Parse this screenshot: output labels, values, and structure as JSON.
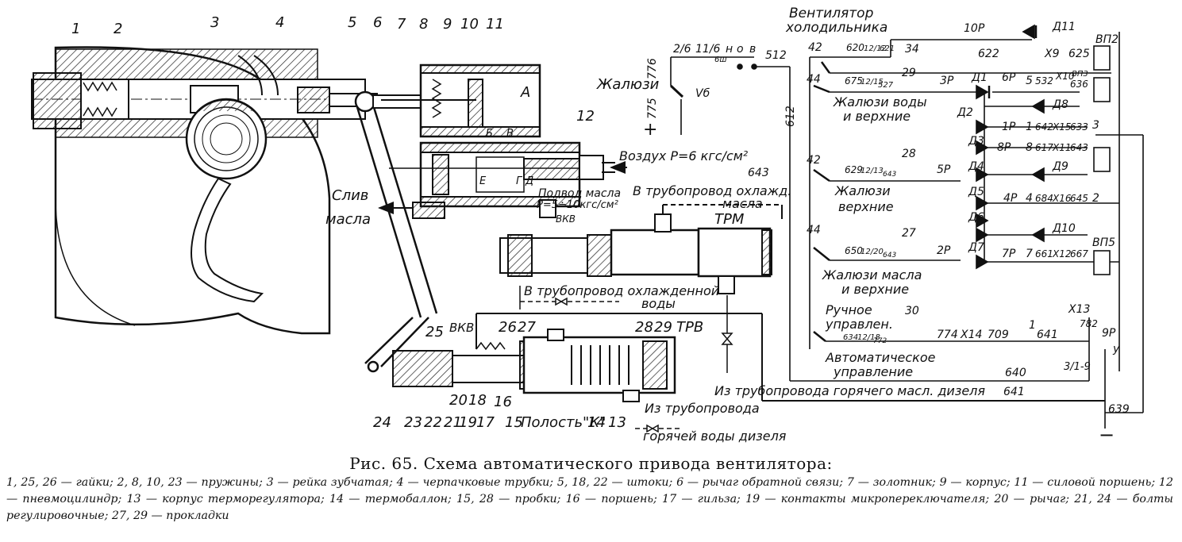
{
  "figure": {
    "caption": "Рис. 65. Схема автоматического привода вентилятора:",
    "legend": "1, 25, 26 — гайки; 2, 8, 10, 23 — пружины; 3 — рейка зубчатая; 4 — черпачковые трубки; 5, 18, 22 — штоки; 6 — рычаг обратной связи; 7 — золотник; 9 — корпус; 11 — силовой поршень; 12 — пневмоцилиндр; 13 — корпус терморегулятора; 14 — термобаллон; 15, 28 — пробки; 16 — поршень; 17 — гильза; 19 — контакты микропереключателя; 20 — рычаг; 21, 24 — болты регулировочные; 27, 29 — прокладки"
  },
  "mech_labels": {
    "n1": "1",
    "n2": "2",
    "n3": "3",
    "n4": "4",
    "n5": "5",
    "n6": "6",
    "n7": "7",
    "n8": "8",
    "n9": "9",
    "n10": "10",
    "n11": "11",
    "n12": "12",
    "A": "А",
    "B": "Б",
    "V": "В",
    "E": "Е",
    "G": "Г",
    "D": "Д",
    "air": "Воздух P=6 кгс/см²",
    "drain1": "Слив",
    "drain2": "масла",
    "oil_in1": "Подвод масла",
    "oil_in2": "Р=5÷10кгс/см²",
    "vkv_top": "ВКВ",
    "to_pipe_oil1": "В трубопровод охлажд.",
    "to_pipe_oil2": "масла",
    "trm": "ТРМ",
    "to_pipe_water1": "В трубопровод охлажденной",
    "to_pipe_water2": "воды",
    "n25": "25",
    "vkv": "ВКВ",
    "n26": "26",
    "n27": "27",
    "n28": "28",
    "n29": "29",
    "trv": "ТРВ",
    "n24": "24",
    "n23": "23",
    "n22": "22",
    "n21": "21",
    "n19": "19",
    "n20": "20",
    "n18": "18",
    "n16": "16",
    "n17": "17",
    "n15": "15",
    "cavity": "Полость\"К\"",
    "n14": "14",
    "n13": "13",
    "from_oil": "Из трубопровода горячего масл. дизеля",
    "from_water1": "Из трубопровода",
    "from_water2": "горячей воды дизеля"
  },
  "elec_labels": {
    "fan1": "Вентилятор",
    "fan2": "холодильника",
    "jalousie": "Жалюзи",
    "w776": "776",
    "w775": "775",
    "plus": "+",
    "minus": "−",
    "w2_6": "2/6",
    "w11_6": "11/6",
    "w6m": "6ш",
    "n": "н",
    "o": "о",
    "v": "в",
    "vb": "Vб",
    "w512": "512",
    "w612": "612",
    "w643": "643",
    "k42a": "42",
    "k44a": "44",
    "k42b": "42",
    "k44b": "44",
    "w620": "620",
    "w12_12": "12/12",
    "w621": "621",
    "n34": "34",
    "r10": "10Р",
    "d11": "Д11",
    "w622": "622",
    "x9": "Х9",
    "w625": "625",
    "vp2": "ВП2",
    "w675": "675",
    "w12_15": "12/15",
    "w527": "527",
    "n29e": "29",
    "r3": "3Р",
    "d1": "Д1",
    "r6": "6Р",
    "n5": "5",
    "w532": "532",
    "x10": "Х10",
    "vp3": "ВП3",
    "w636": "636",
    "d8": "Д8",
    "jal_water1": "Жалюзи воды",
    "jal_water2": "и верхние",
    "d2": "Д2",
    "r1": "1Р",
    "n1e": "1",
    "w642": "642",
    "x15": "Х15",
    "w633": "633",
    "n3e": "3",
    "d3": "Д3",
    "r8": "8Р",
    "n8e": "8",
    "w617": "617",
    "x11": "Х11",
    "w643b": "643",
    "w629": "629",
    "w12_13": "12/13",
    "w643c": "643",
    "n28e": "28",
    "r5": "5Р",
    "d4": "Д4",
    "d9": "Д9",
    "jal_top1": "Жалюзи",
    "jal_top2": "верхние",
    "d5": "Д5",
    "r4": "4Р",
    "n4e": "4",
    "w684": "684",
    "x16": "Х16",
    "w645": "645",
    "n2e": "2",
    "d6": "Д6",
    "w650": "650",
    "w12_20": "12/20",
    "w643d": "643",
    "n27e": "27",
    "r2": "2Р",
    "d7": "Д7",
    "d10": "Д10",
    "vp5": "ВП5",
    "r7": "7Р",
    "n7e": "7",
    "w661": "661",
    "x12": "Х12",
    "w667": "667",
    "jal_oil1": "Жалюзи масла",
    "jal_oil2": "и верхние",
    "manual1": "Ручное",
    "manual2": "управлен.",
    "n30": "30",
    "w774": "774",
    "x14": "Х14",
    "w709": "709",
    "n1f": "1",
    "w641": "641",
    "w634": "634",
    "w12_18": "12/18",
    "w772": "772",
    "auto1": "Автоматическое",
    "auto2": "управление",
    "w640": "640",
    "w641b": "641",
    "x13": "Х13",
    "w782": "782",
    "r9": "9Р",
    "y": "у",
    "w3_1_9": "3/1-9",
    "w639": "639"
  },
  "icons": [
    "diode-icon",
    "contact-icon",
    "switch-icon",
    "valve-icon",
    "coil-icon"
  ]
}
